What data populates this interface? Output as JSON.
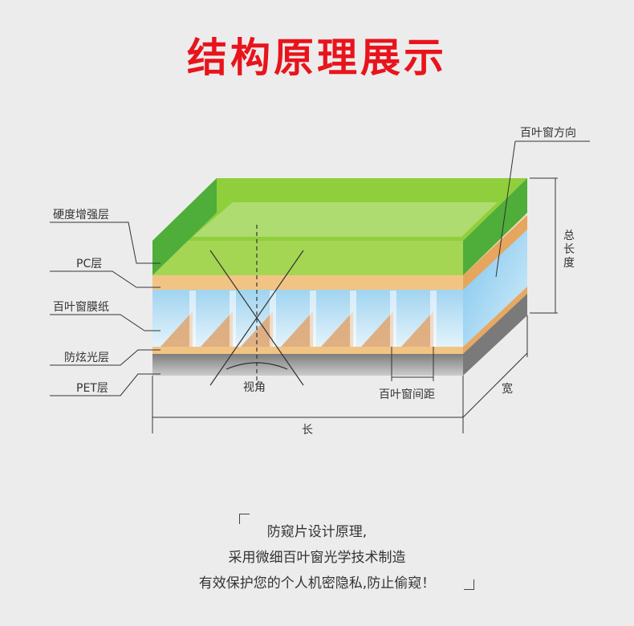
{
  "title": "结构原理展示",
  "labels": {
    "hard_coat": "硬度增强层",
    "pc": "PC层",
    "louver_film": "百叶窗膜纸",
    "anti_glare": "防炫光层",
    "pet": "PET层",
    "louver_direction": "百叶窗方向",
    "total_length": [
      "总",
      "长",
      "度"
    ],
    "view_angle": "视角",
    "louver_pitch": "百叶窗间距",
    "length": "长",
    "width": "宽"
  },
  "caption": {
    "line1": "防窥片设计原理,",
    "line2": "采用微细百叶窗光学技术制造",
    "line3": "有效保护您的个人机密隐私,防止偷窥！"
  },
  "colors": {
    "title": "#e8141c",
    "green": "#8fcf3c",
    "green_side": "#4fad3a",
    "orange": "#f2c484",
    "blue": "#a9d8f0",
    "grey": "#8c8c8c"
  }
}
